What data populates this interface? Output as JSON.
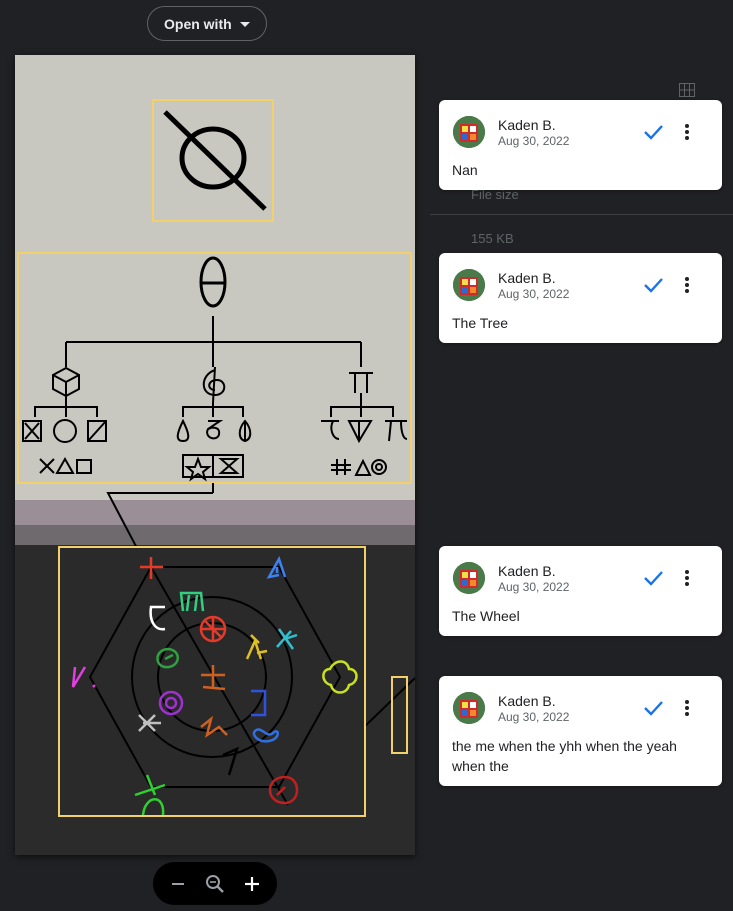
{
  "toolbar": {
    "open_with_label": "Open with"
  },
  "background_details": {
    "file_size_label": "File size",
    "file_size_value": "155 KB"
  },
  "comments": [
    {
      "author": "Kaden B.",
      "date": "Aug 30, 2022",
      "text": "Nan"
    },
    {
      "author": "Kaden B.",
      "date": "Aug 30, 2022",
      "text": "The Tree"
    },
    {
      "author": "Kaden B.",
      "date": "Aug 30, 2022",
      "text": "The Wheel"
    },
    {
      "author": "Kaden B.",
      "date": "Aug 30, 2022",
      "text": "the me when the yhh when the yeah when the"
    }
  ],
  "zoom_controls": {
    "zoom_out_icon": "minus-icon",
    "zoom_reset_icon": "magnifier-minus-icon",
    "zoom_in_icon": "plus-icon"
  },
  "colors": {
    "highlight_border": "#f2d16b",
    "resolve_check": "#1a73e8",
    "document_paper": "#c8c8c0",
    "wheel_background": "#2a2a2a"
  }
}
